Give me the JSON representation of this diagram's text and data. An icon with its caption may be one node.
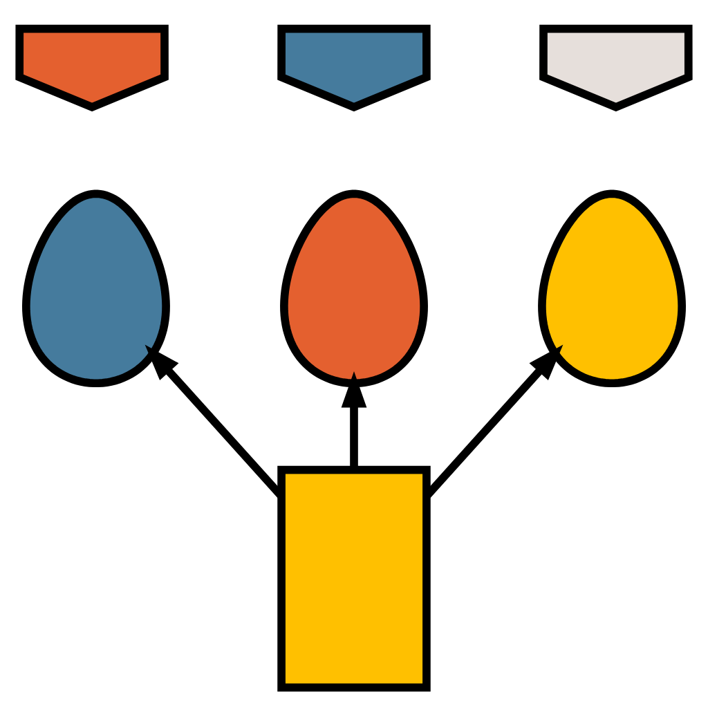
{
  "diagram": {
    "nodes": [
      {
        "text": [],
        "shape": "bubble"
      },
      {
        "text": [],
        "shape": "bubble"
      },
      {
        "text": [],
        "shape": "bubble"
      },
      {
        "text": [],
        "shape": "person"
      },
      {
        "text": [],
        "shape": "person"
      },
      {
        "text": [],
        "shape": "person"
      },
      {
        "text": [],
        "shape": "box"
      }
    ],
    "edges": [
      {
        "from": 6,
        "to": 3,
        "arrow": "to"
      },
      {
        "from": 6,
        "to": 4,
        "arrow": "to"
      },
      {
        "from": 6,
        "to": 5,
        "arrow": "to"
      }
    ]
  }
}
